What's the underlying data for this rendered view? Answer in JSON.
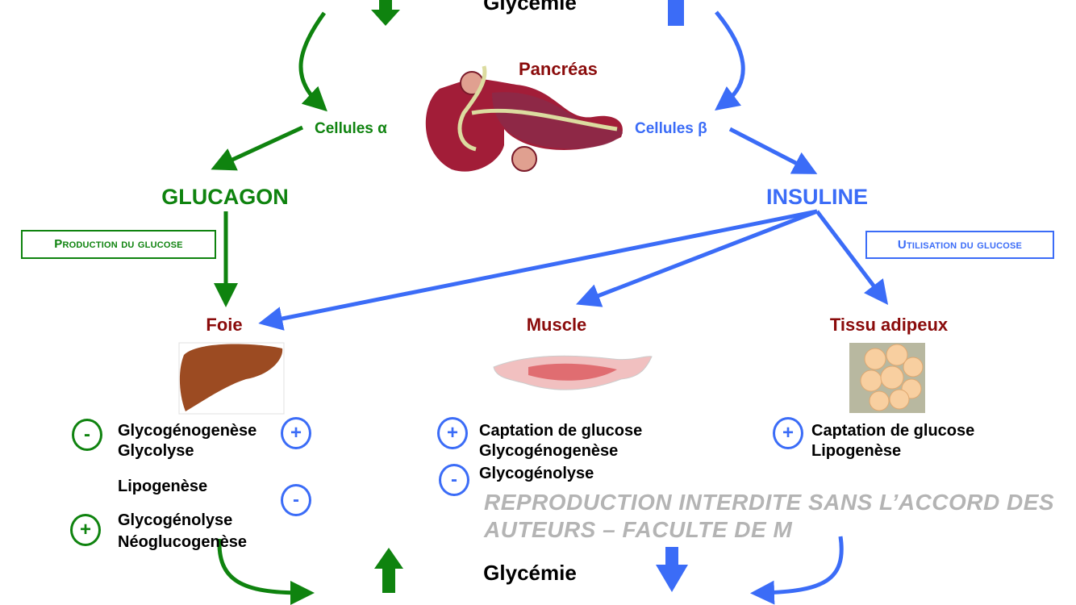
{
  "top": {
    "glycemia_label": "Glycémie"
  },
  "pancreas": {
    "label": "Pancréas",
    "alpha_cells": "Cellules α",
    "beta_cells": "Cellules β"
  },
  "hormones": {
    "glucagon": "GLUCAGON",
    "insulin": "INSULINE"
  },
  "boxes": {
    "production": "Production du glucose",
    "utilisation": "Utilisation du glucose"
  },
  "organs": {
    "liver": {
      "label": "Foie",
      "processes": [
        "Glycogénogenèse",
        "Glycolyse",
        "Lipogenèse",
        "Glycogénolyse",
        "Néoglucogenèse"
      ],
      "signs": {
        "glucagon_inhibits": "-",
        "glucagon_stimulates": "+",
        "insulin_stimulates": "+",
        "insulin_inhibits": "-"
      }
    },
    "muscle": {
      "label": "Muscle",
      "processes": [
        "Captation de glucose",
        "Glycogénogenèse",
        "Glycogénolyse"
      ],
      "signs": {
        "insulin_stimulates": "+",
        "insulin_inhibits": "-"
      }
    },
    "adipose": {
      "label": "Tissu adipeux",
      "processes": [
        "Captation de glucose",
        "Lipogenèse"
      ],
      "signs": {
        "insulin_stimulates": "+"
      }
    }
  },
  "bottom": {
    "glycemia_label": "Glycémie"
  },
  "watermark": "REPRODUCTION INTERDITE SANS L’ACCORD DES AUTEURS – FACULTE DE M",
  "colors": {
    "glucagon": "#0f830f",
    "insulin": "#3b6cf7",
    "organ_label": "#8a0b0b"
  }
}
